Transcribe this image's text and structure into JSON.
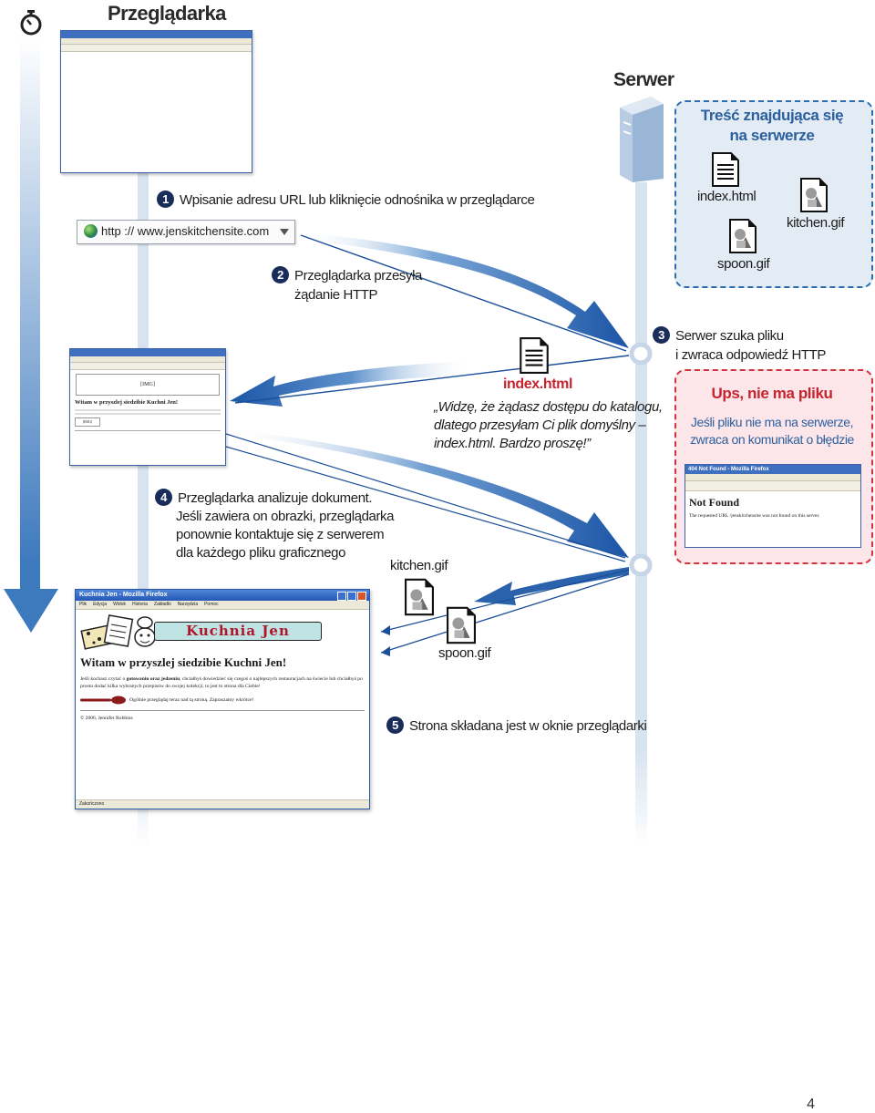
{
  "titles": {
    "browser": "Przeglądarka",
    "server": "Serwer"
  },
  "steps": {
    "s1": {
      "num": "1",
      "text": "Wpisanie adresu URL lub kliknięcie odnośnika w przeglądarce"
    },
    "s2": {
      "num": "2",
      "line1": "Przeglądarka przesyła",
      "line2": "żądanie HTTP"
    },
    "s3": {
      "num": "3",
      "line1": "Serwer szuka pliku",
      "line2": "i zwraca odpowiedź HTTP"
    },
    "s4": {
      "num": "4",
      "line1": "Przeglądarka analizuje dokument.",
      "line2": "Jeśli zawiera on obrazki, przeglądarka",
      "line3": "ponownie kontaktuje się z serwerem",
      "line4": "dla każdego pliku graficznego"
    },
    "s5": {
      "num": "5",
      "text": "Strona składana jest w oknie przeglądarki"
    }
  },
  "url_bar": {
    "url": "http :// www.jenskitchensite.com"
  },
  "server_content": {
    "title_line1": "Treść znajdująca się",
    "title_line2": "na serwerze",
    "files": [
      "index.html",
      "kitchen.gif",
      "spoon.gif"
    ]
  },
  "response_file": "index.html",
  "quote": {
    "line1": "„Widzę, że żądasz dostępu do katalogu,",
    "line2": "dlatego przesyłam Ci plik domyślny –",
    "line3": "index.html. Bardzo proszę!”"
  },
  "error_box": {
    "title": "Ups, nie ma pliku",
    "line1": "Jeśli pliku nie ma na serwerze,",
    "line2": "zwraca on komunikat o błędzie",
    "window_title": "404 Not Found - Mozilla Firefox",
    "heading": "Not Found",
    "message": "The requested URL /jenskitchensite was not found on this server."
  },
  "mid_window": {
    "img_label": "[IMG]",
    "heading": "Witam w przyszlej siedzibie Kuchni Jen!",
    "img2_label": "[IMG]"
  },
  "image_files": {
    "kitchen": "kitchen.gif",
    "spoon": "spoon.gif"
  },
  "final_window": {
    "window_title": "Kuchnia Jen - Mozilla Firefox",
    "menu": [
      "Plik",
      "Edycja",
      "Widok",
      "Historia",
      "Zakładki",
      "Narzędzia",
      "Pomoc"
    ],
    "banner": "Kuchnia Jen",
    "heading": "Witam w przyszlej siedzibie Kuchni Jen!",
    "para_pre": "Jeśli kochasz czytać o ",
    "para_bold": "gotowaniu oraz jedzeniu",
    "para_post": ", chciałbyś dowiedzieć się czegoś o najlepszych restauracjach na świecie lub chciałbyś po prostu dodać kilka wybranych przepisów do swojej kolekcji, to jest to strona dla Ciebie!",
    "spoon_text": "Ogólnie przeglądaj teraz nad tą stroną. Zapraszamy wkrótce!",
    "footer": "© 2006, Jennifer Robbins",
    "status": "Zakończono"
  },
  "page_number": "4"
}
